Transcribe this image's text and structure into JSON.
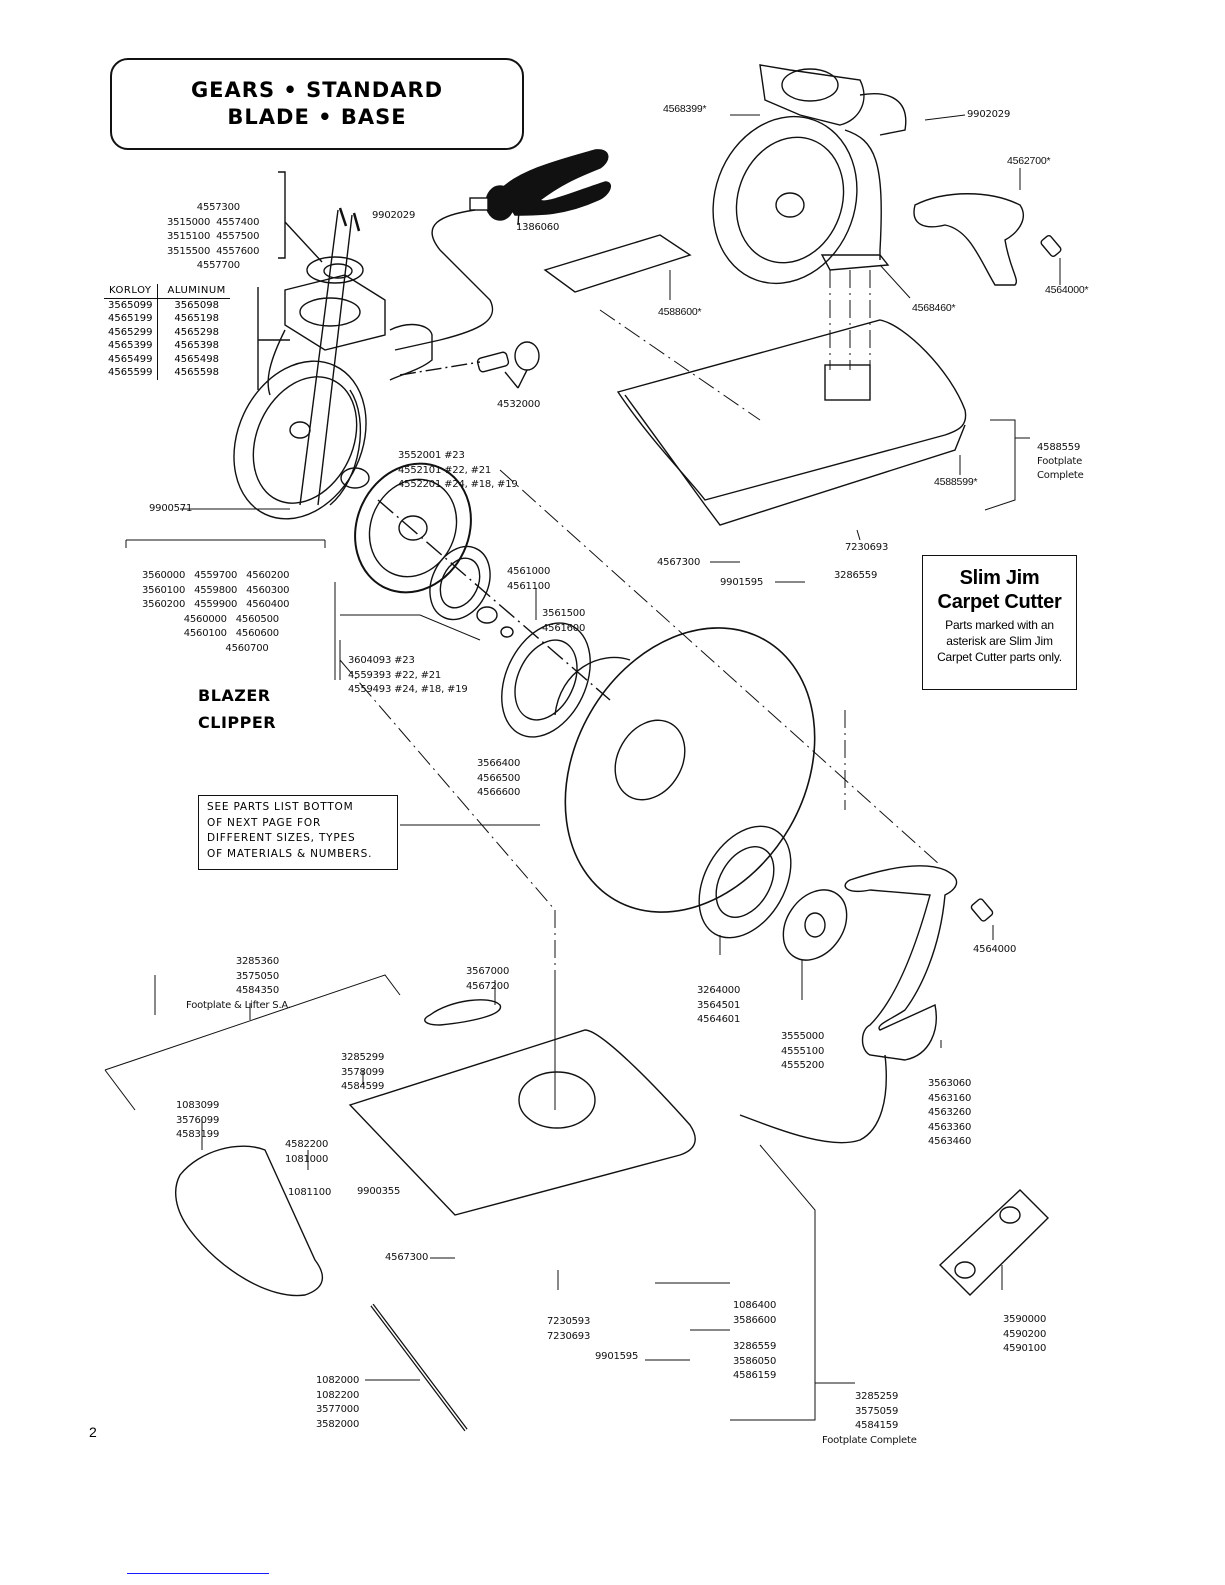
{
  "title": {
    "line1": "GEARS • STANDARD",
    "line2": "BLADE • BASE"
  },
  "models": [
    "BLAZER",
    "CLIPPER"
  ],
  "page_number": "2",
  "gear_housing_table": {
    "headers": [
      "KORLOY",
      "ALUMINUM"
    ],
    "rows": [
      [
        "3565099",
        "3565098"
      ],
      [
        "4565199",
        "4565198"
      ],
      [
        "4565299",
        "4565298"
      ],
      [
        "4565399",
        "4565398"
      ],
      [
        "4565499",
        "4565498"
      ],
      [
        "4565599",
        "4565598"
      ]
    ]
  },
  "labels": {
    "bearing_top": [
      "          4557300",
      "3515000  4557400",
      "3515100  4557500",
      "3515500  4557600",
      "          4557700"
    ],
    "pin_top": "9902029",
    "handle": "1386060",
    "fitting": "4532000",
    "gear_group": [
      "3552001 #23",
      "4552101 #22, #21",
      "4552201 #24, #18, #19"
    ],
    "screw_left": "9900571",
    "pinion_table": [
      "3560000   4559700   4560200",
      "3560100   4559800   4560300",
      "3560200   4559900   4560400",
      "              4560000   4560500",
      "              4560100   4560600",
      "                            4560700"
    ],
    "washer": [
      "4561000",
      "4561100"
    ],
    "bolt": [
      "3561500",
      "4561600"
    ],
    "bearing_group": [
      "3604093 #23",
      "4559393 #22, #21",
      "4559493 #24, #18, #19"
    ],
    "retainer": [
      "3566400",
      "4566500",
      "4566600"
    ],
    "slim_housing": "4568399*",
    "slim_pin": "9902029",
    "slim_lever": "4562700*",
    "slim_bolt": "4564000*",
    "slim_guide": "4588600*",
    "slim_bracket": "4568460*",
    "slim_footplate_complete": [
      "4588559",
      "Footplate",
      "Complete"
    ],
    "slim_footplate": "4588599*",
    "slim_screws": "7230693",
    "slim_nut": "4567300",
    "slim_roller": "3286559",
    "slim_screw2": "9901595",
    "inner_ring": [
      "3264000",
      "3564501",
      "4564601"
    ],
    "disc": [
      "3555000",
      "4555100",
      "4555200"
    ],
    "lever_bolt": "4564000",
    "shoe": [
      "3563060",
      "4563160",
      "4563260",
      "4563360",
      "4563460"
    ],
    "footplate_lifter": [
      "3285360",
      "3575050",
      "4584350",
      "Footplate & Lifter S.A."
    ],
    "guide_plate": [
      "3567000",
      "4567200"
    ],
    "base_plate": [
      "3285299",
      "3578099",
      "4584599"
    ],
    "lifter": [
      "1083099",
      "3576099",
      "4583199"
    ],
    "spring": [
      "4582200",
      "1081000"
    ],
    "pin": "1081100",
    "screw_base": "9900355",
    "nut_base": "4567300",
    "screws_base": [
      "7230593",
      "7230693"
    ],
    "washer_base": [
      "1086400",
      "3586600"
    ],
    "roller_base": [
      "3286559",
      "3586050",
      "4586159"
    ],
    "screw_base2": "9901595",
    "rod": [
      "1082000",
      "1082200",
      "3577000",
      "3582000"
    ],
    "footplate_complete": [
      "3285259",
      "3575059",
      "4584159",
      "Footplate Complete"
    ],
    "gauge": [
      "3590000",
      "4590200",
      "4590100"
    ]
  },
  "note": [
    "SEE PARTS LIST BOTTOM",
    "OF NEXT PAGE FOR",
    "DIFFERENT SIZES, TYPES",
    "OF MATERIALS & NUMBERS."
  ],
  "slim_jim": {
    "title_line1": "Slim Jim",
    "title_line2": "Carpet Cutter",
    "desc": [
      "Parts marked with an",
      "asterisk are Slim Jim",
      "Carpet Cutter parts only."
    ]
  }
}
